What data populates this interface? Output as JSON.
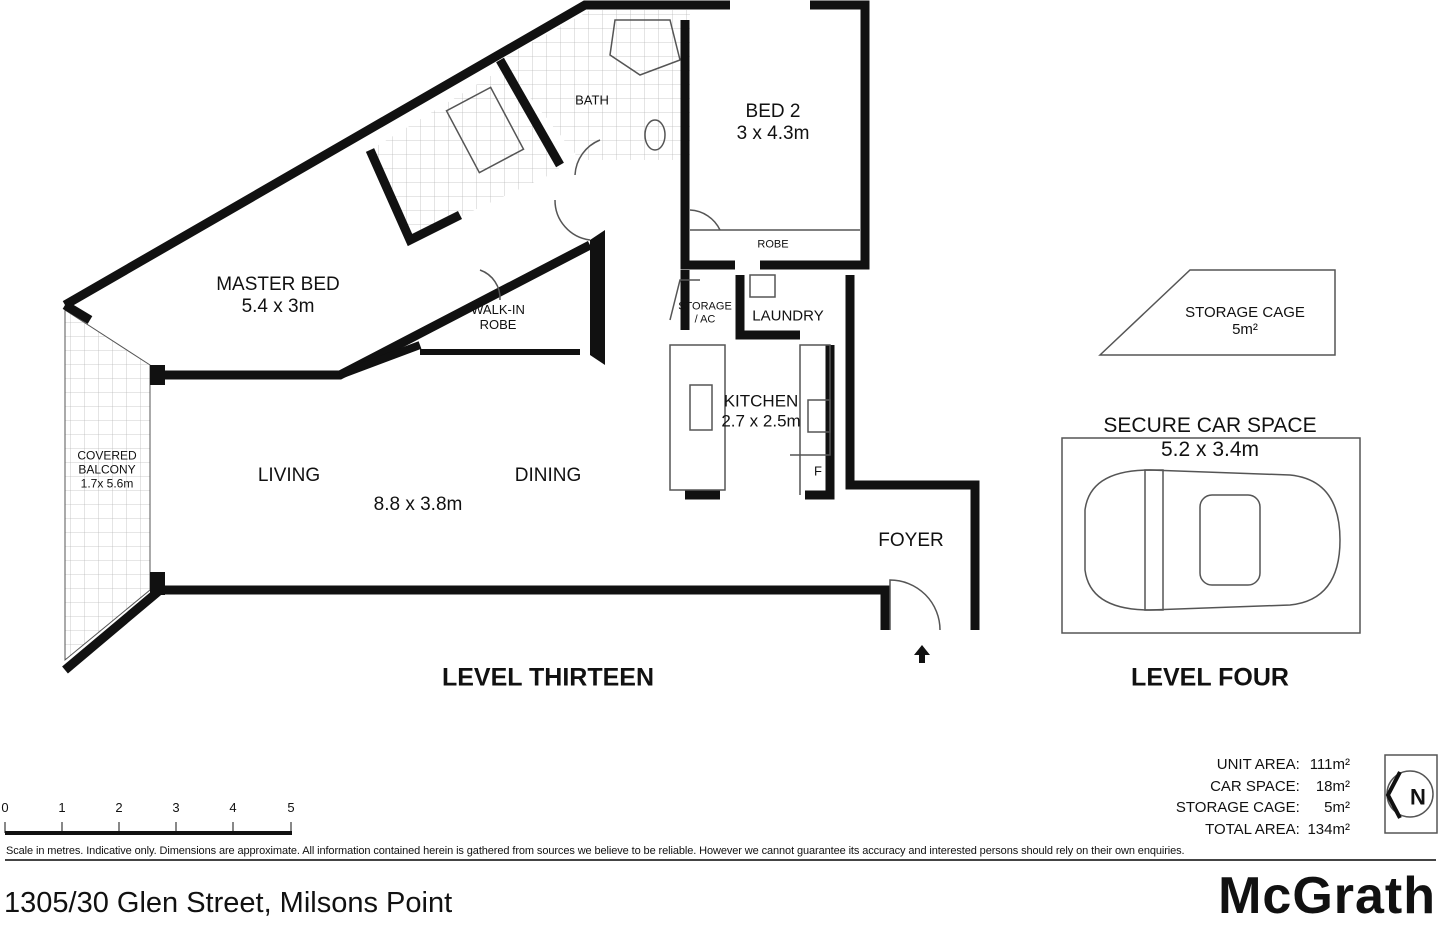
{
  "rooms": {
    "master_bed": {
      "name": "MASTER BED",
      "size": "5.4 x 3m"
    },
    "walk_in_robe": {
      "name": "WALK-IN",
      "name2": "ROBE"
    },
    "bath": {
      "name": "BATH"
    },
    "bed2": {
      "name": "BED 2",
      "size": "3 x 4.3m"
    },
    "robe": {
      "name": "ROBE"
    },
    "storage_ac": {
      "name": "STORAGE",
      "name2": "/ AC"
    },
    "laundry": {
      "name": "LAUNDRY"
    },
    "kitchen": {
      "name": "KITCHEN",
      "size": "2.7 x 2.5m"
    },
    "fridge": {
      "name": "F"
    },
    "balcony": {
      "name": "COVERED",
      "name2": "BALCONY",
      "size": "1.7x 5.6m"
    },
    "living": {
      "name": "LIVING"
    },
    "dining": {
      "name": "DINING"
    },
    "living_size": "8.8 x 3.8m",
    "foyer": {
      "name": "FOYER"
    },
    "storage_cage": {
      "name": "STORAGE CAGE",
      "size": "5m²"
    },
    "car_space": {
      "name": "SECURE CAR SPACE",
      "size": "5.2 x 3.4m"
    }
  },
  "levels": {
    "main": "LEVEL THIRTEEN",
    "secondary": "LEVEL FOUR"
  },
  "scale": {
    "ticks": [
      "0",
      "1",
      "2",
      "3",
      "4",
      "5"
    ]
  },
  "areas": [
    {
      "label": "UNIT AREA:",
      "value": "111m²"
    },
    {
      "label": "CAR SPACE:",
      "value": "18m²"
    },
    {
      "label": "STORAGE CAGE:",
      "value": "5m²"
    },
    {
      "label": "TOTAL AREA:",
      "value": "134m²"
    }
  ],
  "north_label": "N",
  "disclaimer": "Scale in metres. Indicative only. Dimensions are approximate. All information contained herein is gathered from sources we believe to be reliable. However we cannot guarantee its accuracy and interested persons should rely on their own enquiries.",
  "address": "1305/30 Glen Street, Milsons Point",
  "brand": "McGrath",
  "colors": {
    "wall": "#111111",
    "line": "#555555",
    "background": "#ffffff"
  }
}
